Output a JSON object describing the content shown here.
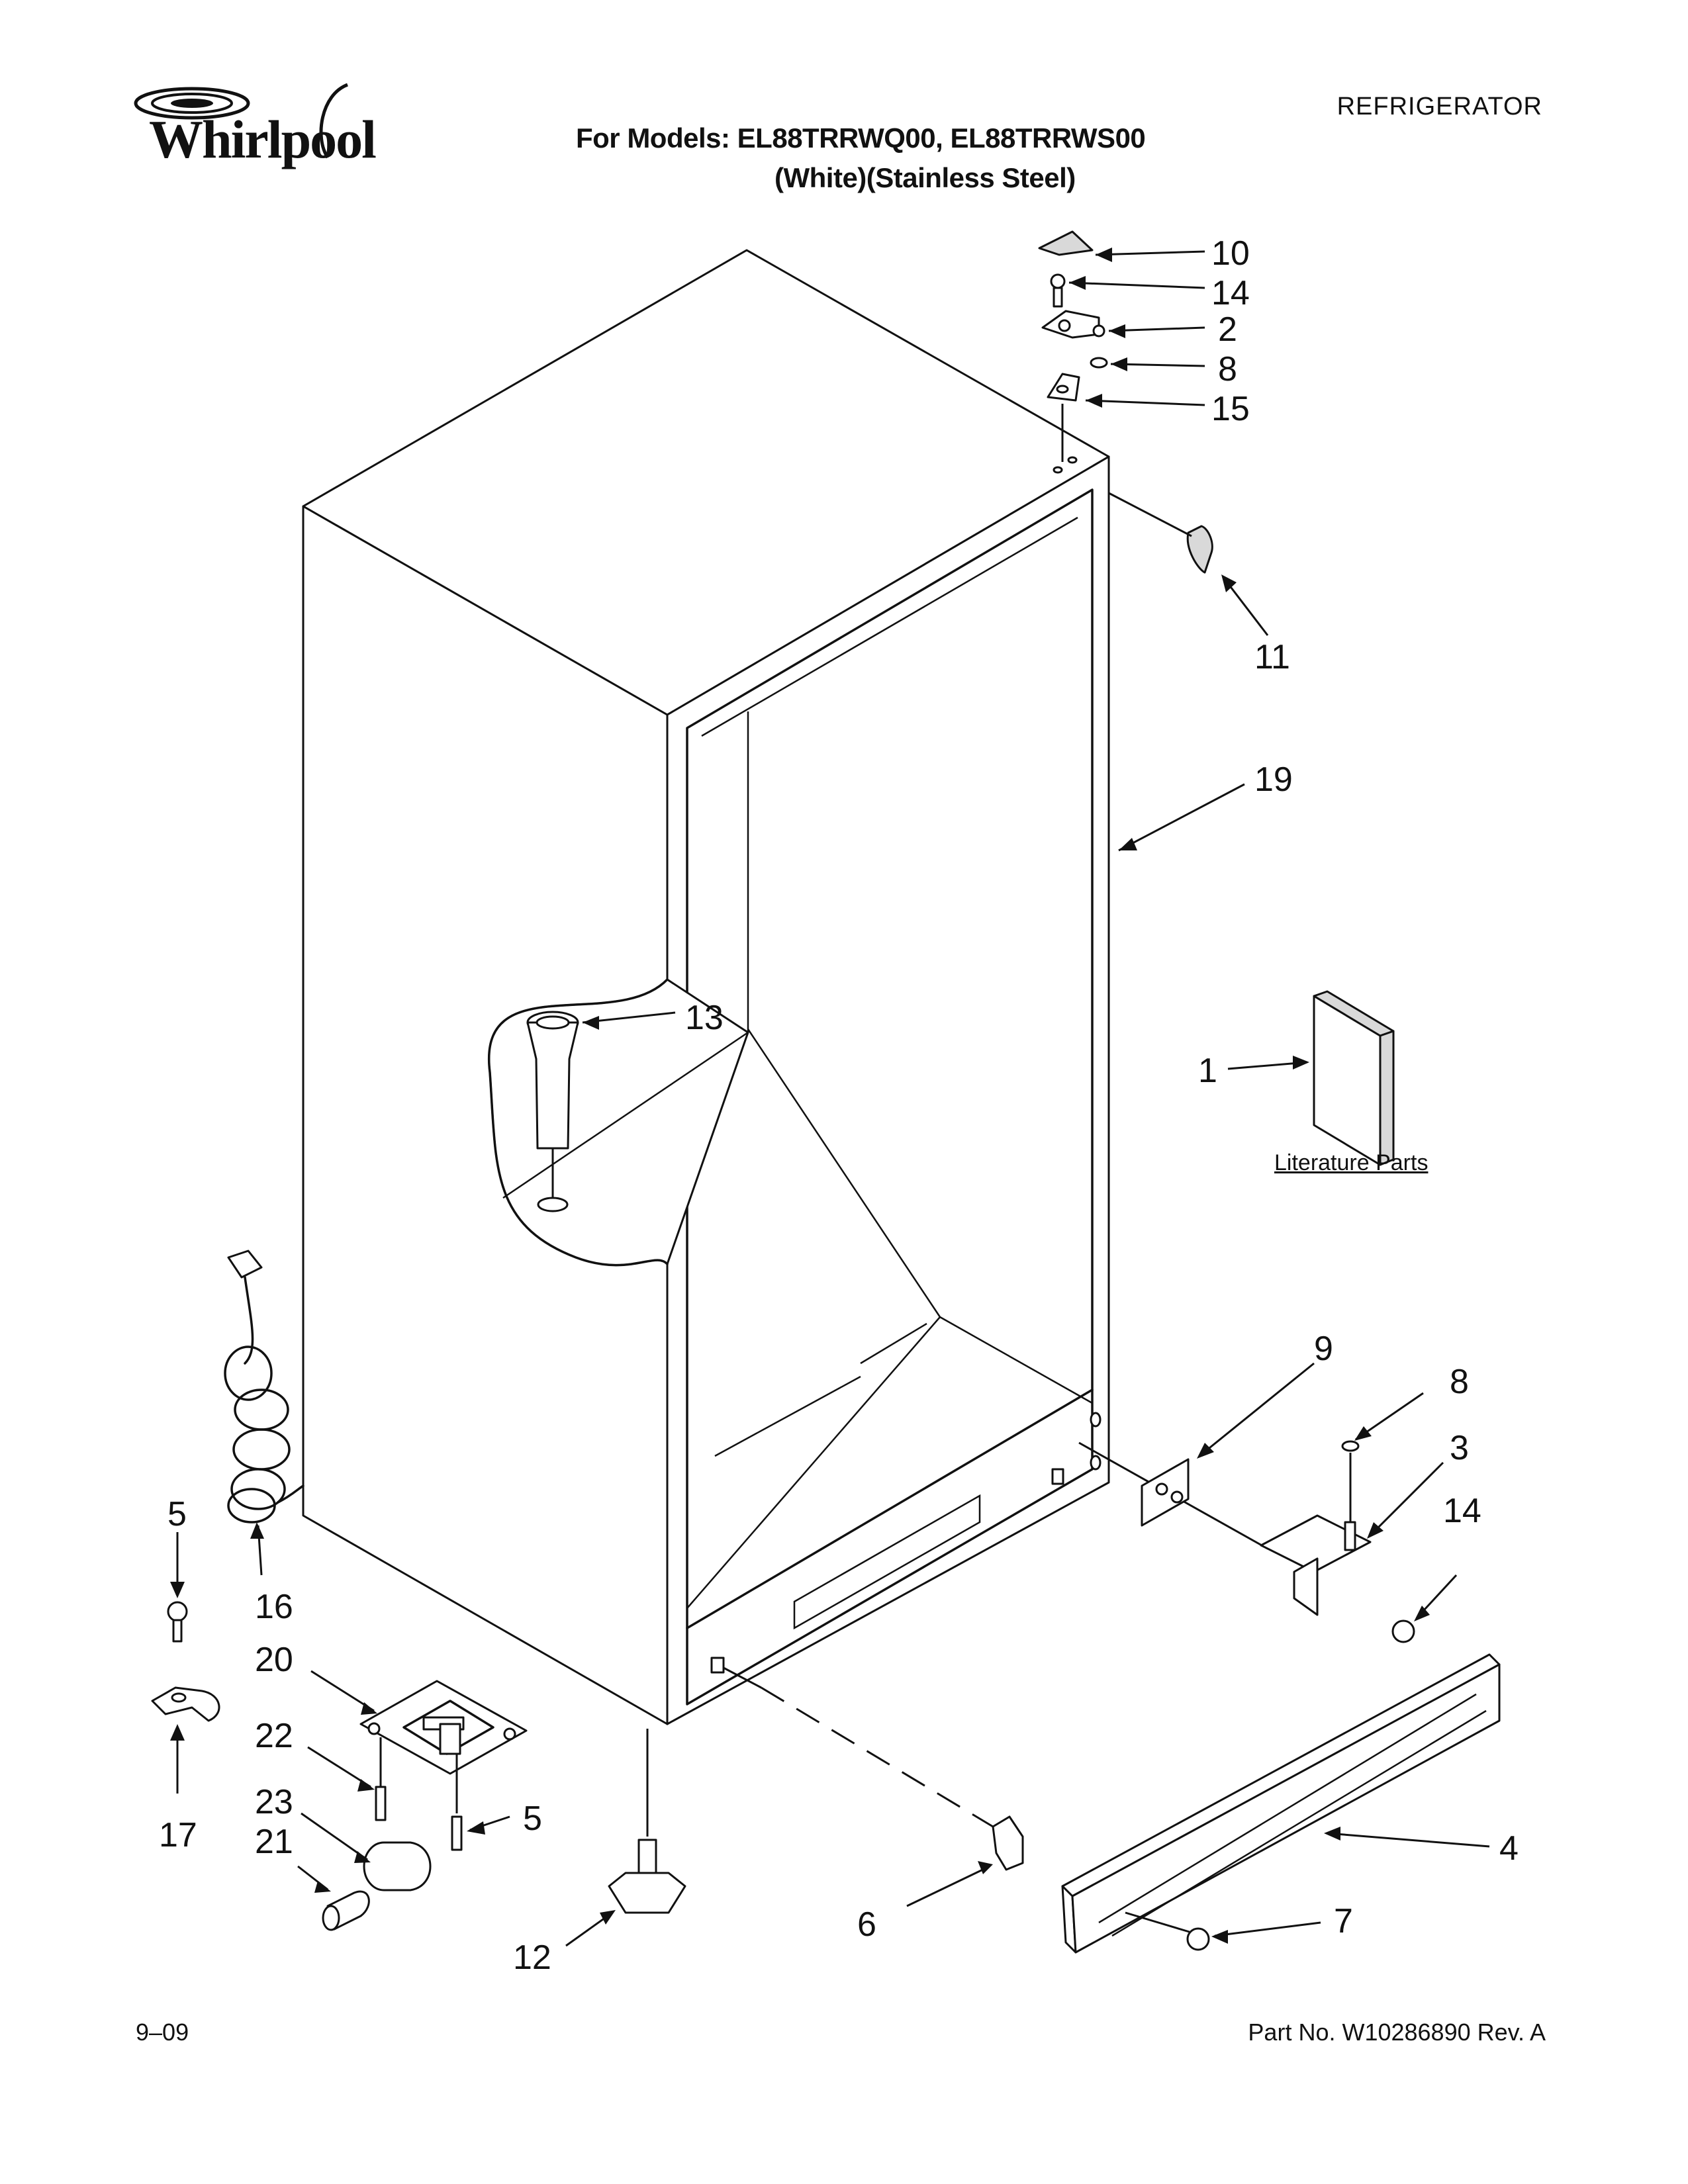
{
  "header": {
    "brand": "Whirlpool",
    "category": "REFRIGERATOR",
    "models_line": "For Models: EL88TRRWQ00, EL88TRRWS00",
    "colors_line": "(White)(Stainless Steel)"
  },
  "literature_caption": "Literature Parts",
  "footer": {
    "date": "9–09",
    "part_number": "Part No. W10286890 Rev. A"
  },
  "callouts": {
    "c10": "10",
    "c14a": "14",
    "c2": "2",
    "c8a": "8",
    "c15": "15",
    "c11": "11",
    "c19": "19",
    "c13": "13",
    "c1": "1",
    "c9": "9",
    "c8b": "8",
    "c3": "3",
    "c14b": "14",
    "c5a": "5",
    "c16": "16",
    "c20": "20",
    "c22": "22",
    "c17": "17",
    "c23": "23",
    "c21": "21",
    "c5b": "5",
    "c12": "12",
    "c6": "6",
    "c4": "4",
    "c7": "7"
  }
}
